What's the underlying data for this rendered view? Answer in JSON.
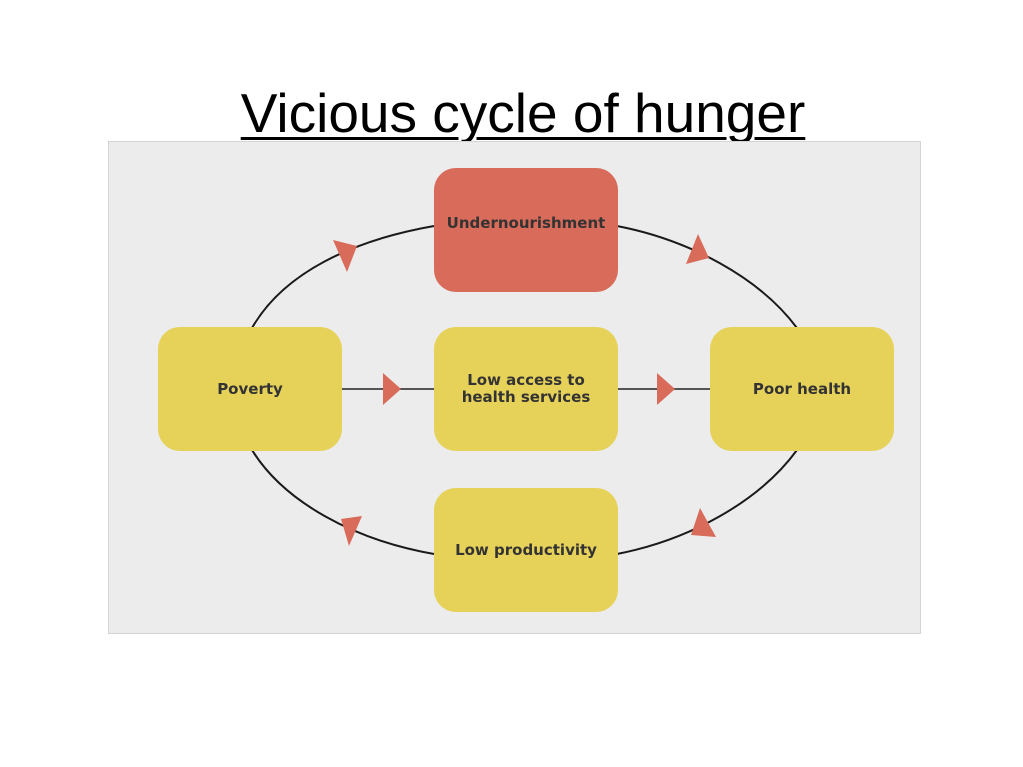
{
  "slide": {
    "title": "Vicious cycle of hunger"
  },
  "diagram": {
    "nodes": {
      "undernourishment": {
        "label": "Undernourishment",
        "color": "#d86b59"
      },
      "poverty": {
        "label": "Poverty",
        "color": "#e6d159"
      },
      "low_access": {
        "label": "Low access to\nhealth services",
        "color": "#e6d159"
      },
      "poor_health": {
        "label": "Poor health",
        "color": "#e6d159"
      },
      "low_productivity": {
        "label": "Low productivity",
        "color": "#e6d159"
      }
    },
    "edges": [
      {
        "from": "Poverty",
        "to": "Undernourishment"
      },
      {
        "from": "Undernourishment",
        "to": "Poor health"
      },
      {
        "from": "Poor health",
        "to": "Low productivity"
      },
      {
        "from": "Low productivity",
        "to": "Poverty"
      },
      {
        "from": "Poverty",
        "to": "Low access to health services"
      },
      {
        "from": "Low access to health services",
        "to": "Poor health"
      }
    ],
    "colors": {
      "background": "#ececec",
      "arrowhead": "#d86b59",
      "line": "#1a1a1a",
      "connector": "#555555"
    }
  }
}
